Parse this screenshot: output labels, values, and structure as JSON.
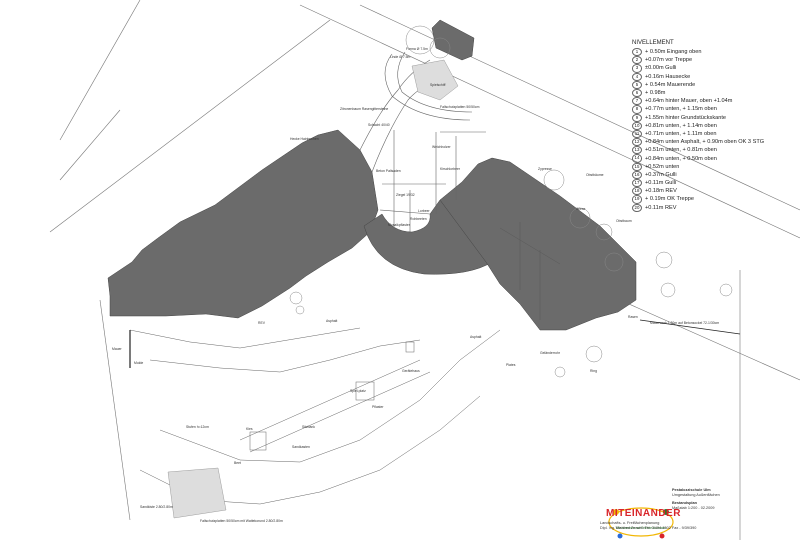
{
  "legend": {
    "title": "NIVELLEMENT",
    "items": [
      {
        "n": "1",
        "text": "+ 0.50m Eingang oben"
      },
      {
        "n": "2",
        "text": "+0.07m vor Treppe"
      },
      {
        "n": "3",
        "text": "±0.00m Gulli"
      },
      {
        "n": "4",
        "text": "+0.16m Hausecke"
      },
      {
        "n": "5",
        "text": "+ 0.54m Mauerende"
      },
      {
        "n": "6",
        "text": "+ 0.98m"
      },
      {
        "n": "7",
        "text": "+0.64m hinter Mauer, oben +1.04m"
      },
      {
        "n": "8",
        "text": "+0.77m unten, + 1.15m oben"
      },
      {
        "n": "9",
        "text": "+1.55m hinter Grundstückskante"
      },
      {
        "n": "10",
        "text": "+0.81m unten, + 1.14m oben"
      },
      {
        "n": "11",
        "text": "+0.71m unten, + 1.11m oben"
      },
      {
        "n": "12",
        "text": "+0.84m unten Asphalt, + 0.90m oben OK 3 STG"
      },
      {
        "n": "13",
        "text": "+0.51m unten, + 0.81m oben"
      },
      {
        "n": "14",
        "text": "+0.84m unten, + 0.50m oben"
      },
      {
        "n": "15",
        "text": "+0.52m unten"
      },
      {
        "n": "16",
        "text": "+0.37m Gulli"
      },
      {
        "n": "17",
        "text": "+0.11m Gulli"
      },
      {
        "n": "18",
        "text": "+0.18m REV"
      },
      {
        "n": "19",
        "text": "+ 0.19m OK Treppe"
      },
      {
        "n": "20",
        "text": "+0.11m REV"
      }
    ]
  },
  "labels": {
    "form": "Forma Ø 7.5m",
    "linde": "Linde Ø 7.5m",
    "spielschiff": "Spielschiff",
    "fallschutz": "Fallschutzplatten 50/50cm",
    "hecke": "Hecke Hainbuchen",
    "zitronen": "Zitronenbaum Rasengittersteine",
    "schacht": "Schacht 40/40",
    "beton": "Beton Palisaden",
    "ziegel": "Ziegel 19/32",
    "lorbeer": "Lorbeer",
    "rohbeeten": "Rohbeeten",
    "mosaik": "Mosaikpflaster",
    "kirschlorbeer": "Kirschlorbeer",
    "weichholz": "Weichholzer",
    "zypresse": "Zypresse",
    "obstbaume": "Obstbäume",
    "wiese": "Wiese",
    "obstbaum": "Obstbaum",
    "rasen": "Rasen",
    "asphalt": "Asphalt",
    "mauer": "Mauer",
    "mulde": "Mulde",
    "rev": "REV",
    "mauerwerk": "Mauerwerk 1.30m auf Betonsockel 72-1/30cm",
    "sitzbank": "Sitzbank",
    "pflaster": "Pflaster",
    "kies": "Kies",
    "spiel": "Spiel-platz",
    "stufen": "Stufen h=12cm",
    "gerate": "Gerätehaus",
    "sandkasten": "Sandkasten",
    "gelanderrohr": "Geländerrohr",
    "ring": "Ring",
    "plates": "Plates",
    "beet": "Beet",
    "sandkiste": "Sandkiste 2.80/2.80m",
    "fallschutz2": "Fallschutzplatten 50/50cm mit Wattekorund 2.80/2.80m"
  },
  "title_block": {
    "school": "Pestalozzischule Ulm",
    "project": "Umgestaltung Außenflächen",
    "plan": "Bestandsplan",
    "scale": "Maßstab 1:200 - 02.2009",
    "office": "Landschafts- u. Freiflächenplanung",
    "address": "Dipl. Ing. Manfred Zenzen Tel. 0/404-1502 Fax - 9/39/390"
  },
  "logo": {
    "word": "MITEINANDER",
    "tagline": "Wir kommen auf Drehen kommen"
  },
  "colors": {
    "building": "#6b6b6b",
    "line": "#555555",
    "logo_red": "#d9252a"
  }
}
